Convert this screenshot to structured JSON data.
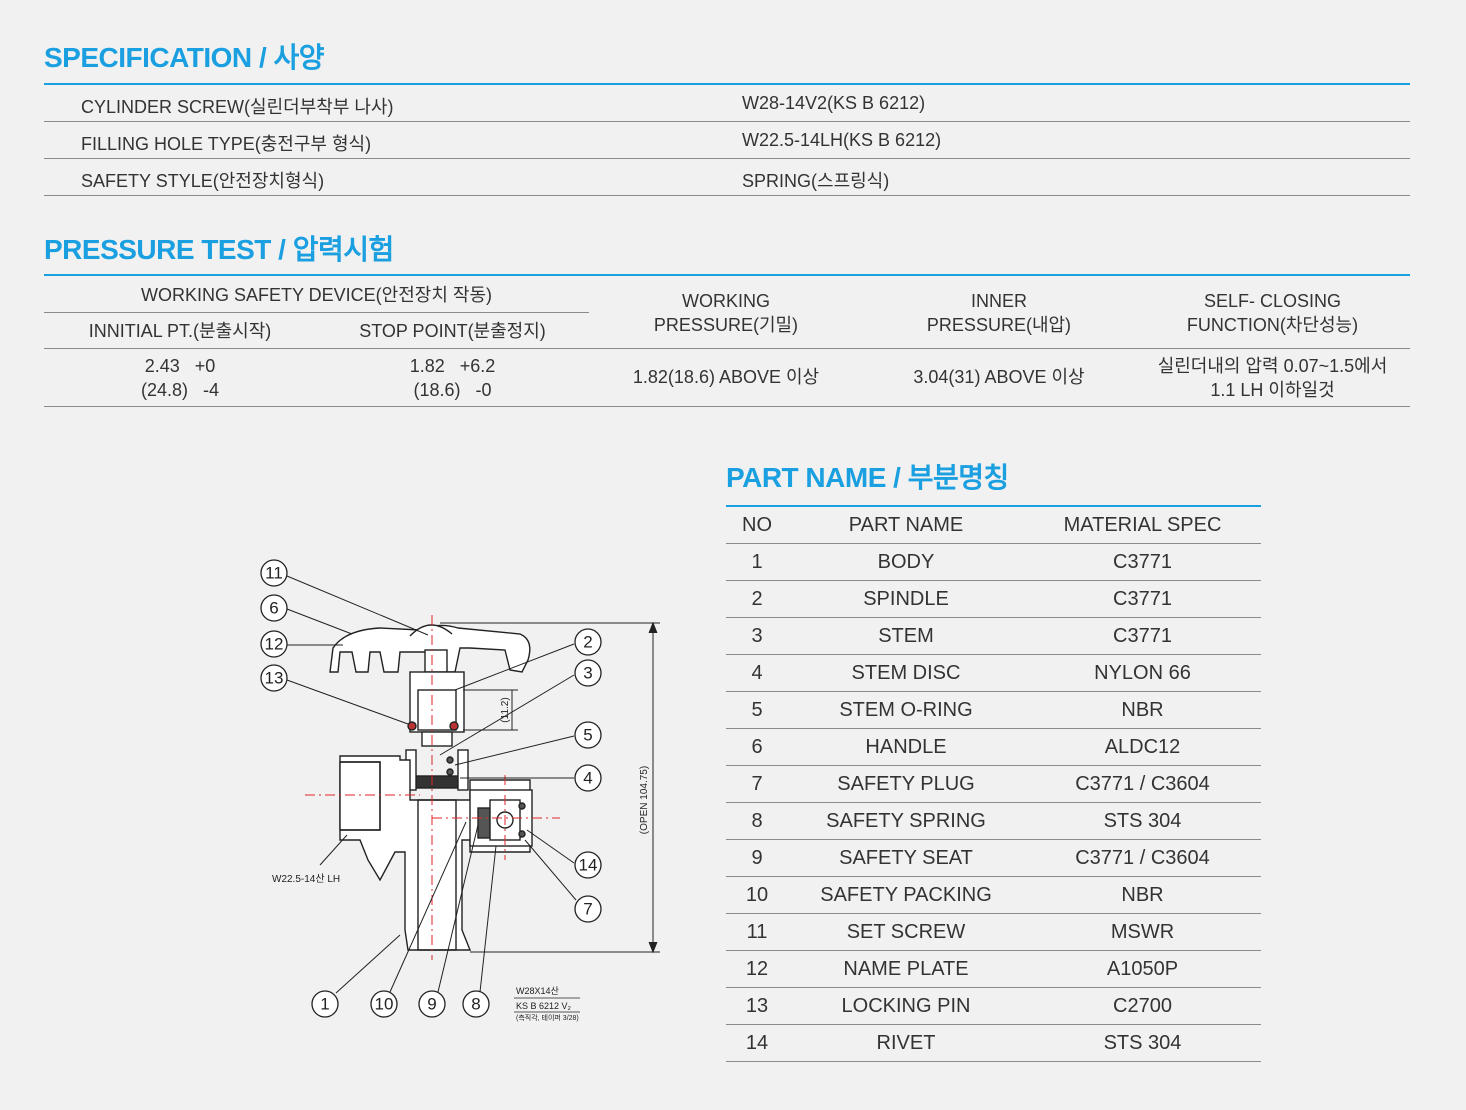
{
  "spec": {
    "title": "SPECIFICATION",
    "title_ko": "/ 사양",
    "rows": [
      {
        "label": "CYLINDER SCREW(실린더부착부 나사)",
        "value": "W28-14V2(KS B 6212)"
      },
      {
        "label": "FILLING HOLE TYPE(충전구부 형식)",
        "value": "W22.5-14LH(KS B  6212)"
      },
      {
        "label": "SAFETY STYLE(안전장치형식)",
        "value": "SPRING(스프링식)"
      }
    ]
  },
  "pressure": {
    "title": "PRESSURE TEST",
    "title_ko": "/ 압력시험",
    "group_header": "WORKING SAFETY DEVICE(안전장치 작동)",
    "col_initial": "INNITIAL PT.(분출시작)",
    "col_stop": "STOP POINT(분출정지)",
    "col_working": [
      "WORKING",
      "PRESSURE(기밀)"
    ],
    "col_inner": [
      "INNER",
      "PRESSURE(내압)"
    ],
    "col_self": [
      "SELF- CLOSING",
      "FUNCTION(차단성능)"
    ],
    "initial": [
      "2.43   +0",
      "(24.8)   -4"
    ],
    "stop": [
      "1.82   +6.2",
      "(18.6)   -0"
    ],
    "working": "1.82(18.6) ABOVE 이상",
    "inner": "3.04(31) ABOVE 이상",
    "self": [
      "실린더내의 압력 0.07~1.5에서",
      "1.1 LH 이하일것"
    ]
  },
  "parts": {
    "title": "PART NAME",
    "title_ko": "/ 부분명칭",
    "headers": [
      "NO",
      "PART NAME",
      "MATERIAL SPEC"
    ],
    "rows": [
      [
        "1",
        "BODY",
        "C3771"
      ],
      [
        "2",
        "SPINDLE",
        "C3771"
      ],
      [
        "3",
        "STEM",
        "C3771"
      ],
      [
        "4",
        "STEM DISC",
        "NYLON 66"
      ],
      [
        "5",
        "STEM O-RING",
        "NBR"
      ],
      [
        "6",
        "HANDLE",
        "ALDC12"
      ],
      [
        "7",
        "SAFETY PLUG",
        "C3771 / C3604"
      ],
      [
        "8",
        "SAFETY SPRING",
        "STS 304"
      ],
      [
        "9",
        "SAFETY SEAT",
        "C3771 / C3604"
      ],
      [
        "10",
        "SAFETY PACKING",
        "NBR"
      ],
      [
        "11",
        "SET SCREW",
        "MSWR"
      ],
      [
        "12",
        "NAME PLATE",
        "A1050P"
      ],
      [
        "13",
        "LOCKING PIN",
        "C2700"
      ],
      [
        "14",
        "RIVET",
        "STS 304"
      ]
    ]
  },
  "drawing": {
    "callouts": [
      "11",
      "6",
      "12",
      "13",
      "2",
      "3",
      "5",
      "4",
      "14",
      "7",
      "1",
      "10",
      "9",
      "8"
    ],
    "dim_vertical": "(OPEN 104.75)",
    "dim_small": "(11.2)",
    "inlet_label": "W22.5-14산  LH",
    "thread_label_1": "W28X14산",
    "thread_label_2": "KS B 6212 V₂",
    "thread_label_3": "(측직각, 테이퍼 3/28)"
  },
  "colors": {
    "accent": "#1a9fe0",
    "rule": "#8a8a8a",
    "text": "#333333",
    "center_line": "#e0262b"
  }
}
